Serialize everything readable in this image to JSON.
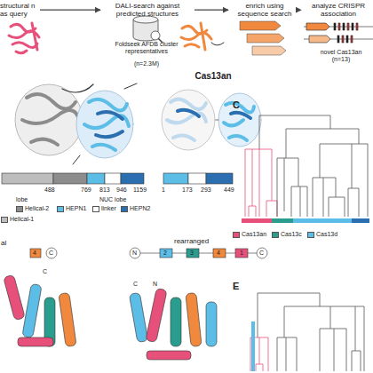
{
  "diagram": {
    "nodes": [
      {
        "text": [
          "structural n as query"
        ]
      },
      {
        "text": [
          "DALI-search against predicted structures"
        ]
      },
      {
        "text": [
          "enrich using sequence search"
        ]
      },
      {
        "text": [
          "analyze CRISPR association"
        ]
      }
    ],
    "edges": [
      {
        "from": 0,
        "to": 1,
        "arrow": "to"
      },
      {
        "from": 1,
        "to": 2,
        "arrow": "to"
      },
      {
        "from": 2,
        "to": 3,
        "arrow": "to"
      }
    ],
    "labels": [
      "Foldseek AFDB cluster representatives",
      "(n=2.3M)",
      "novel Cas13an",
      "(n=13)",
      "Cas13an",
      "488",
      "769",
      "813",
      "946",
      "1159",
      "1",
      "173",
      "293",
      "449",
      "lobe",
      "NUC lobe",
      "C",
      "al",
      "rearranged",
      "4",
      "C",
      "N",
      "2",
      "3",
      "4",
      "1",
      "C",
      "C",
      "N",
      "C",
      "E"
    ],
    "legend": [
      {
        "text": "Helical-2",
        "color": "#8c8c8c"
      },
      {
        "text": "HEPN1",
        "color": "#5cbde6"
      },
      {
        "text": "linker",
        "color": "#ffffff"
      },
      {
        "text": "HEPN2",
        "color": "#2c6fb0"
      },
      {
        "text": "Helical-1",
        "color": "#bdbdbd"
      },
      {
        "text": "Cas13an",
        "color": "#e8507c"
      },
      {
        "text": "Cas13c",
        "color": "#2a9d8f"
      },
      {
        "text": "Cas13d",
        "color": "#5cbde6"
      }
    ]
  }
}
